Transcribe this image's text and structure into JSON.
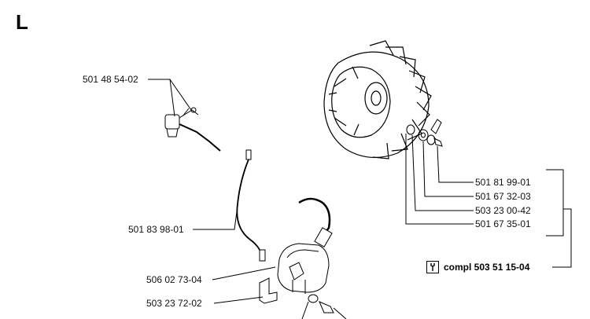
{
  "section_letter": "L",
  "part_numbers": {
    "p1": "501 48 54-02",
    "p2": "501 83 98-01",
    "p3": "506 02 73-04",
    "p4": "503 23 72-02",
    "p5": "501 81 99-01",
    "p6": "501 67 32-03",
    "p7": "503 23 00-42",
    "p8": "501 67 35-01"
  },
  "kit_label": "compl 503 51 15-04",
  "icons": {
    "kit": "wrench-icon"
  },
  "colors": {
    "line": "#000000",
    "background": "#ffffff"
  }
}
